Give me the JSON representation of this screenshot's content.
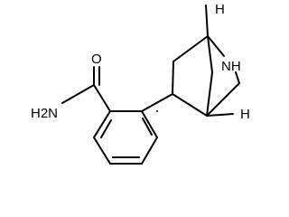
{
  "diagram": {
    "atoms": {
      "carbonyl_o": "O",
      "amide_n": "H2N",
      "bridge_nh": "NH",
      "stereo_h_top": "H",
      "stereo_h_bottom": "H"
    },
    "colors": {
      "bond": "#000000",
      "background": "#ffffff"
    }
  }
}
